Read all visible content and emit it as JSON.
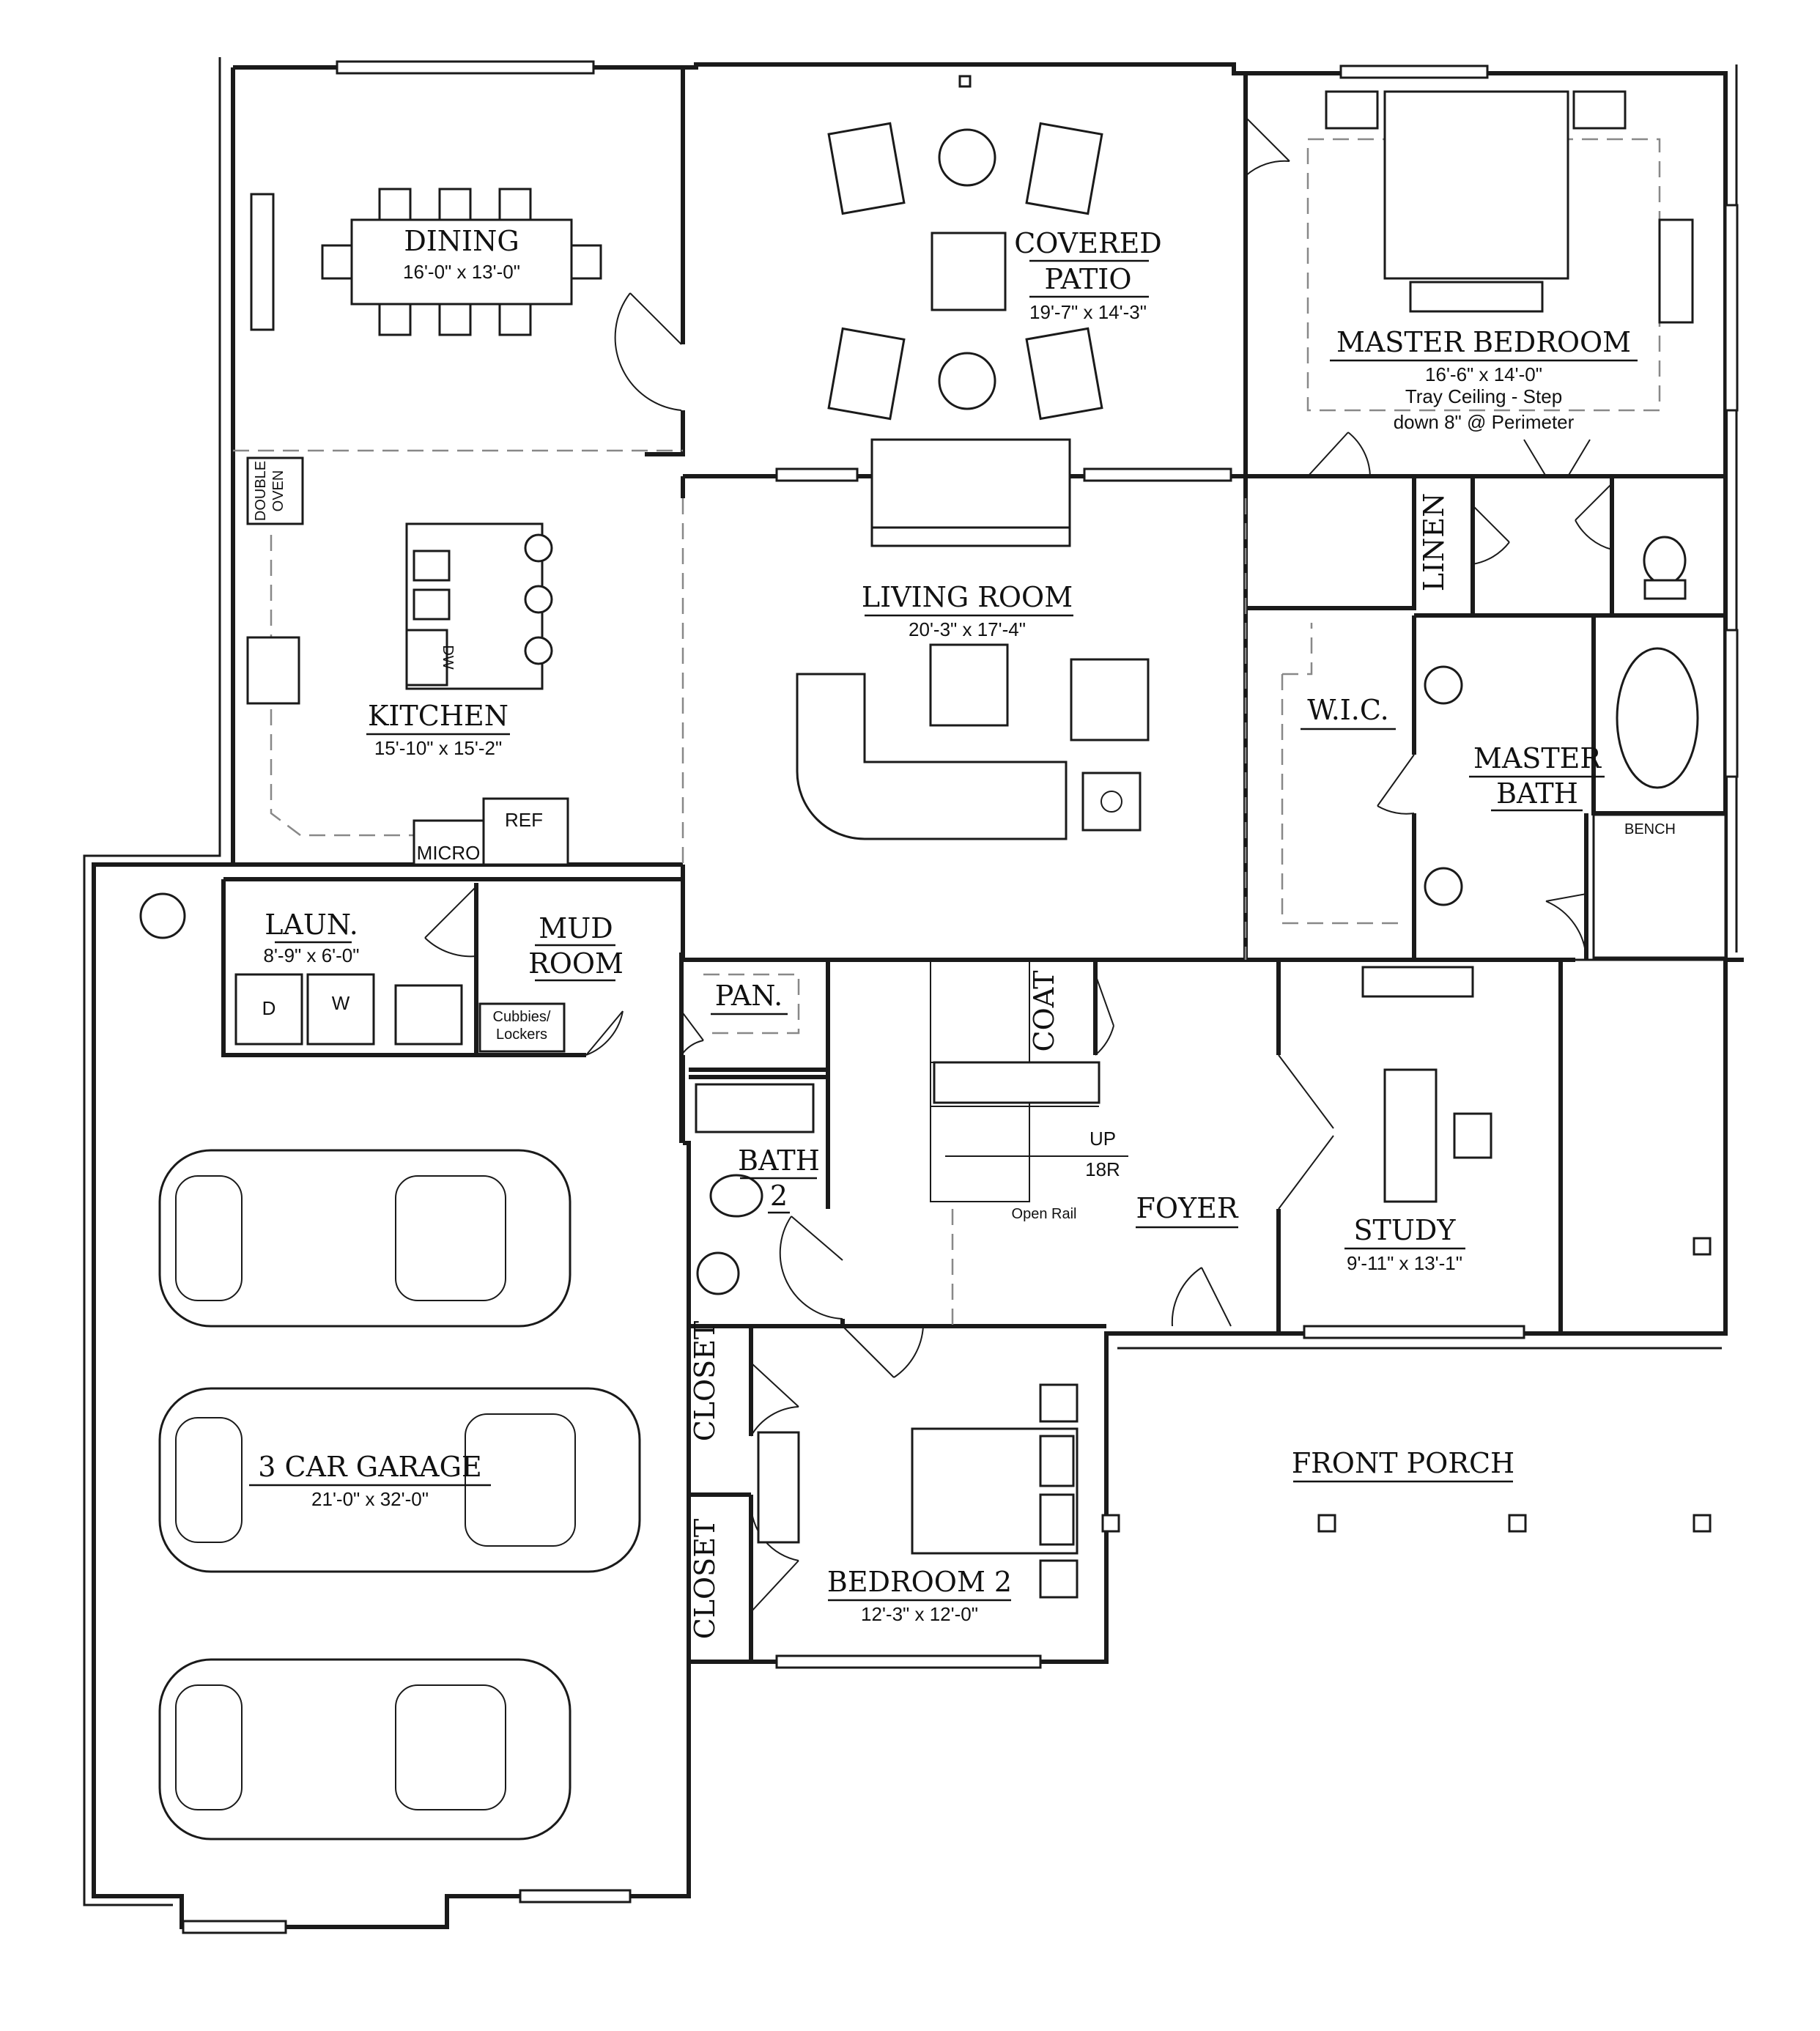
{
  "rooms": {
    "dining": {
      "name": "DINING",
      "dims": "16'-0\" x 13'-0\""
    },
    "covered_patio": {
      "name_line1": "COVERED",
      "name_line2": "PATIO",
      "dims": "19'-7\" x 14'-3\""
    },
    "master_bedroom": {
      "name": "MASTER BEDROOM",
      "dims": "16'-6\" x 14'-0\"",
      "note_line1": "Tray Ceiling - Step",
      "note_line2": "down 8\" @ Perimeter"
    },
    "living_room": {
      "name": "LIVING ROOM",
      "dims": "20'-3\" x 17'-4\""
    },
    "kitchen": {
      "name": "KITCHEN",
      "dims": "15'-10\" x 15'-2\""
    },
    "linen": {
      "name": "LINEN"
    },
    "wic": {
      "name": "W.I.C."
    },
    "master_bath": {
      "name_line1": "MASTER",
      "name_line2": "BATH"
    },
    "laundry": {
      "name": "LAUN.",
      "dims": "8'-9\" x 6'-0\""
    },
    "mud_room": {
      "name_line1": "MUD",
      "name_line2": "ROOM"
    },
    "pantry": {
      "name": "PAN."
    },
    "coat": {
      "name": "COAT"
    },
    "bath2": {
      "name_line1": "BATH",
      "name_line2": "2"
    },
    "foyer": {
      "name": "FOYER"
    },
    "study": {
      "name": "STUDY",
      "dims": "9'-11\" x 13'-1\""
    },
    "garage": {
      "name": "3 CAR GARAGE",
      "dims": "21'-0\" x 32'-0\""
    },
    "closet_upper": {
      "name": "CLOSET"
    },
    "closet_lower": {
      "name": "CLOSET"
    },
    "bedroom2": {
      "name": "BEDROOM 2",
      "dims": "12'-3\" x 12'-0\""
    },
    "front_porch": {
      "name": "FRONT PORCH"
    }
  },
  "fixtures": {
    "double_oven_line1": "DOUBLE",
    "double_oven_line2": "OVEN",
    "dishwasher": "DW",
    "refrigerator": "REF",
    "microwave": "MICRO",
    "bench": "BENCH",
    "cubbies_line1": "Cubbies/",
    "cubbies_line2": "Lockers",
    "washer": "W",
    "dryer": "D",
    "stairs_up": "UP",
    "stairs_risers": "18R",
    "open_rail": "Open Rail"
  }
}
